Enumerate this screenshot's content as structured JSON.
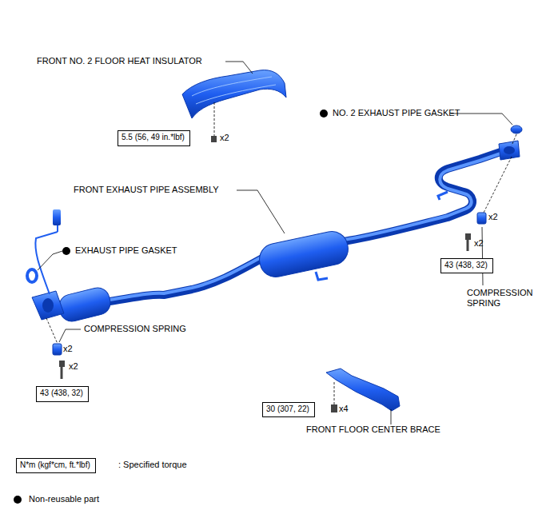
{
  "diagram": {
    "nodes": [
      {
        "text": [
          "5.5 (56, 49 in.*lbf)"
        ]
      },
      {
        "text": [
          "43 (438, 32)"
        ]
      },
      {
        "text": [
          "43 (438, 32)"
        ]
      },
      {
        "text": [
          "30 (307, 22)"
        ]
      },
      {
        "text": [
          "N*m (kgf*cm, ft.*lbf)"
        ]
      }
    ],
    "labels": [
      "FRONT NO. 2 FLOOR HEAT INSULATOR",
      "NO. 2 EXHAUST PIPE GASKET",
      "x2",
      "FRONT EXHAUST PIPE ASSEMBLY",
      "x2",
      "x2",
      "EXHAUST PIPE GASKET",
      "COMPRESSION SPRING",
      "COMPRESSION SPRING",
      "x2",
      "x2",
      "x4",
      "FRONT FLOOR CENTER BRACE"
    ],
    "legend": [
      {
        "text": ": Specified torque"
      },
      {
        "text": "Non-reusable part",
        "color": "#000000"
      }
    ]
  }
}
